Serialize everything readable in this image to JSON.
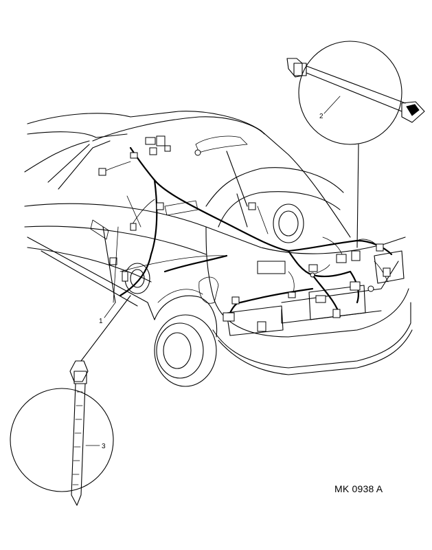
{
  "diagram": {
    "reference_code": "MK 0938 A",
    "callouts": [
      {
        "id": "1",
        "label": "1"
      },
      {
        "id": "2",
        "label": "2"
      },
      {
        "id": "3",
        "label": "3"
      }
    ],
    "stroke_color": "#000000",
    "background_color": "#ffffff"
  }
}
